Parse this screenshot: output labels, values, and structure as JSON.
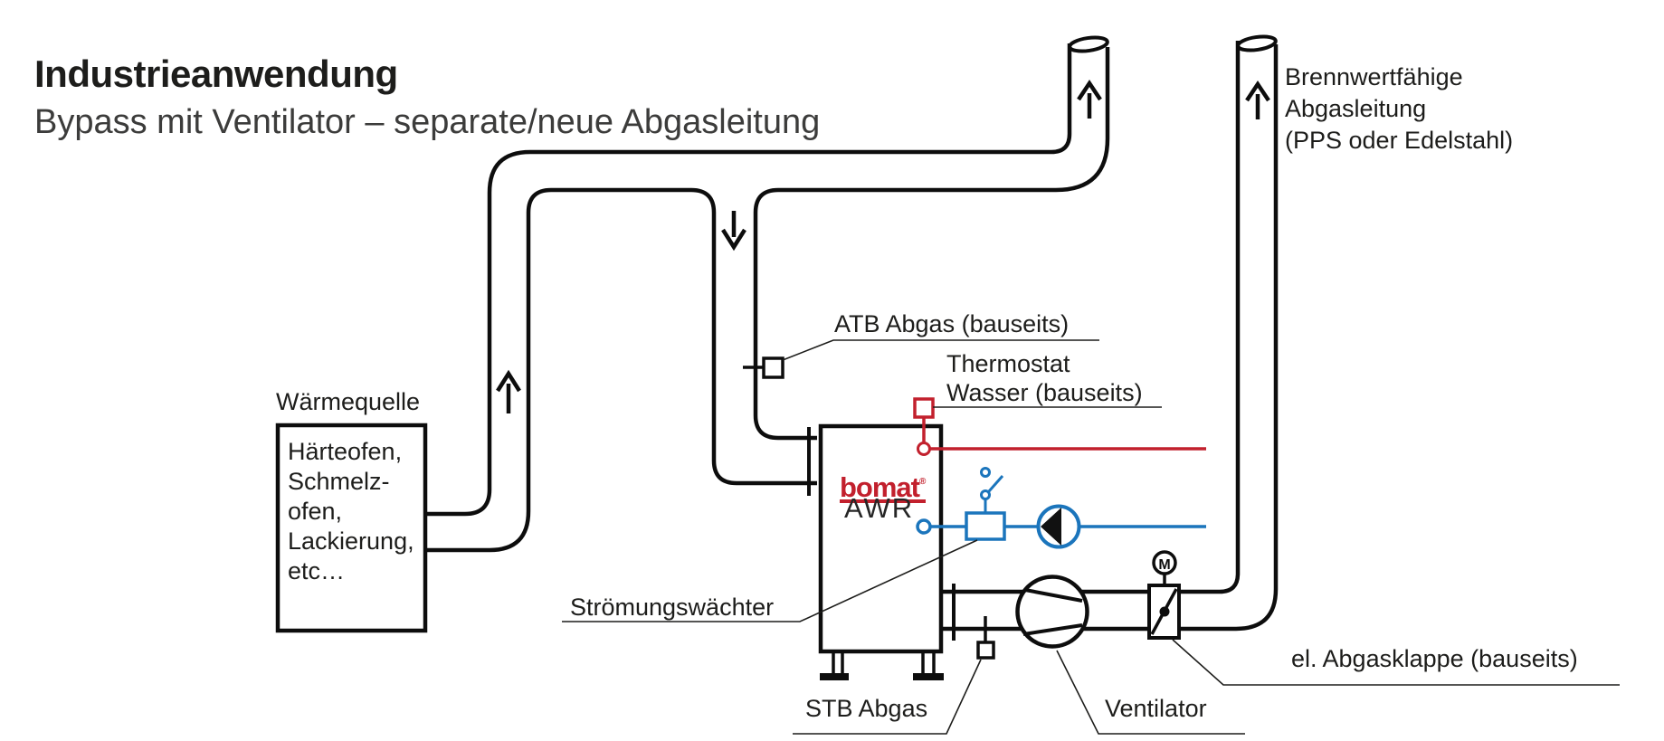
{
  "header": {
    "title": "Industrieanwendung",
    "subtitle": "Bypass mit Ventilator – separate/neue Abgasleitung"
  },
  "heat_source": {
    "label": "Wärmequelle",
    "lines": [
      "Härteofen,",
      "Schmelz-",
      "ofen,",
      "Lackierung,",
      "etc…"
    ]
  },
  "unit": {
    "brand": "bomat",
    "brand_mark": "®",
    "model": "AWR"
  },
  "flue_label": {
    "line1": "Brennwertfähige",
    "line2": "Abgasleitung",
    "line3": "(PPS oder Edelstahl)"
  },
  "callouts": {
    "atb": "ATB Abgas (bauseits)",
    "thermostat_line1": "Thermostat",
    "thermostat_line2": "Wasser (bauseits)",
    "flow_monitor": "Strömungswächter",
    "stb": "STB Abgas",
    "fan": "Ventilator",
    "flap": "el. Abgasklappe (bauseits)"
  },
  "diagram": {
    "motor_label": "M"
  },
  "colors": {
    "line_black": "#0d0d0d",
    "text": "#1d1d1b",
    "accent_red": "#c2202d",
    "accent_blue": "#1b75bc"
  }
}
